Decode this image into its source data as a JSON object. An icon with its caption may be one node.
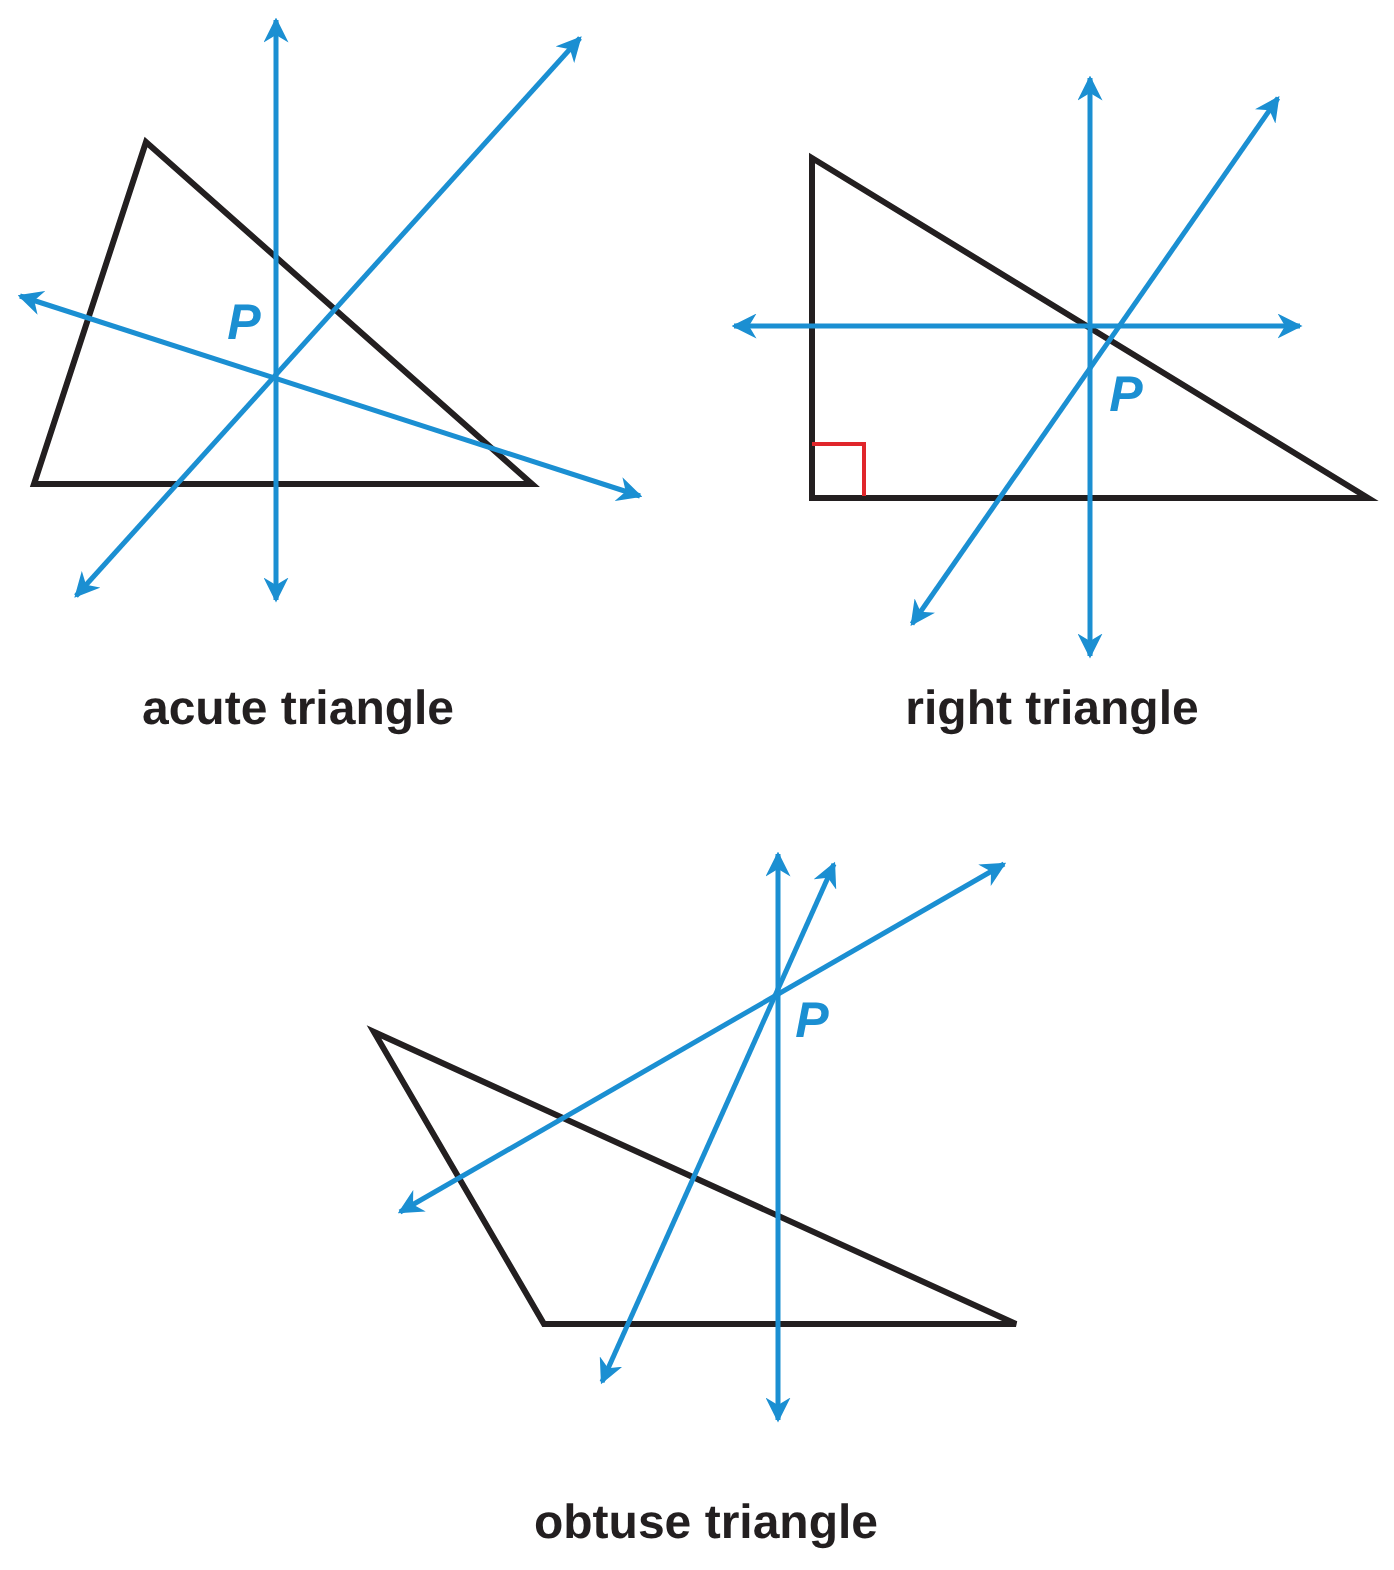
{
  "diagram": {
    "labels": [
      "P",
      "P",
      "acute triangle",
      "right triangle",
      "P",
      "obtuse triangle"
    ]
  }
}
